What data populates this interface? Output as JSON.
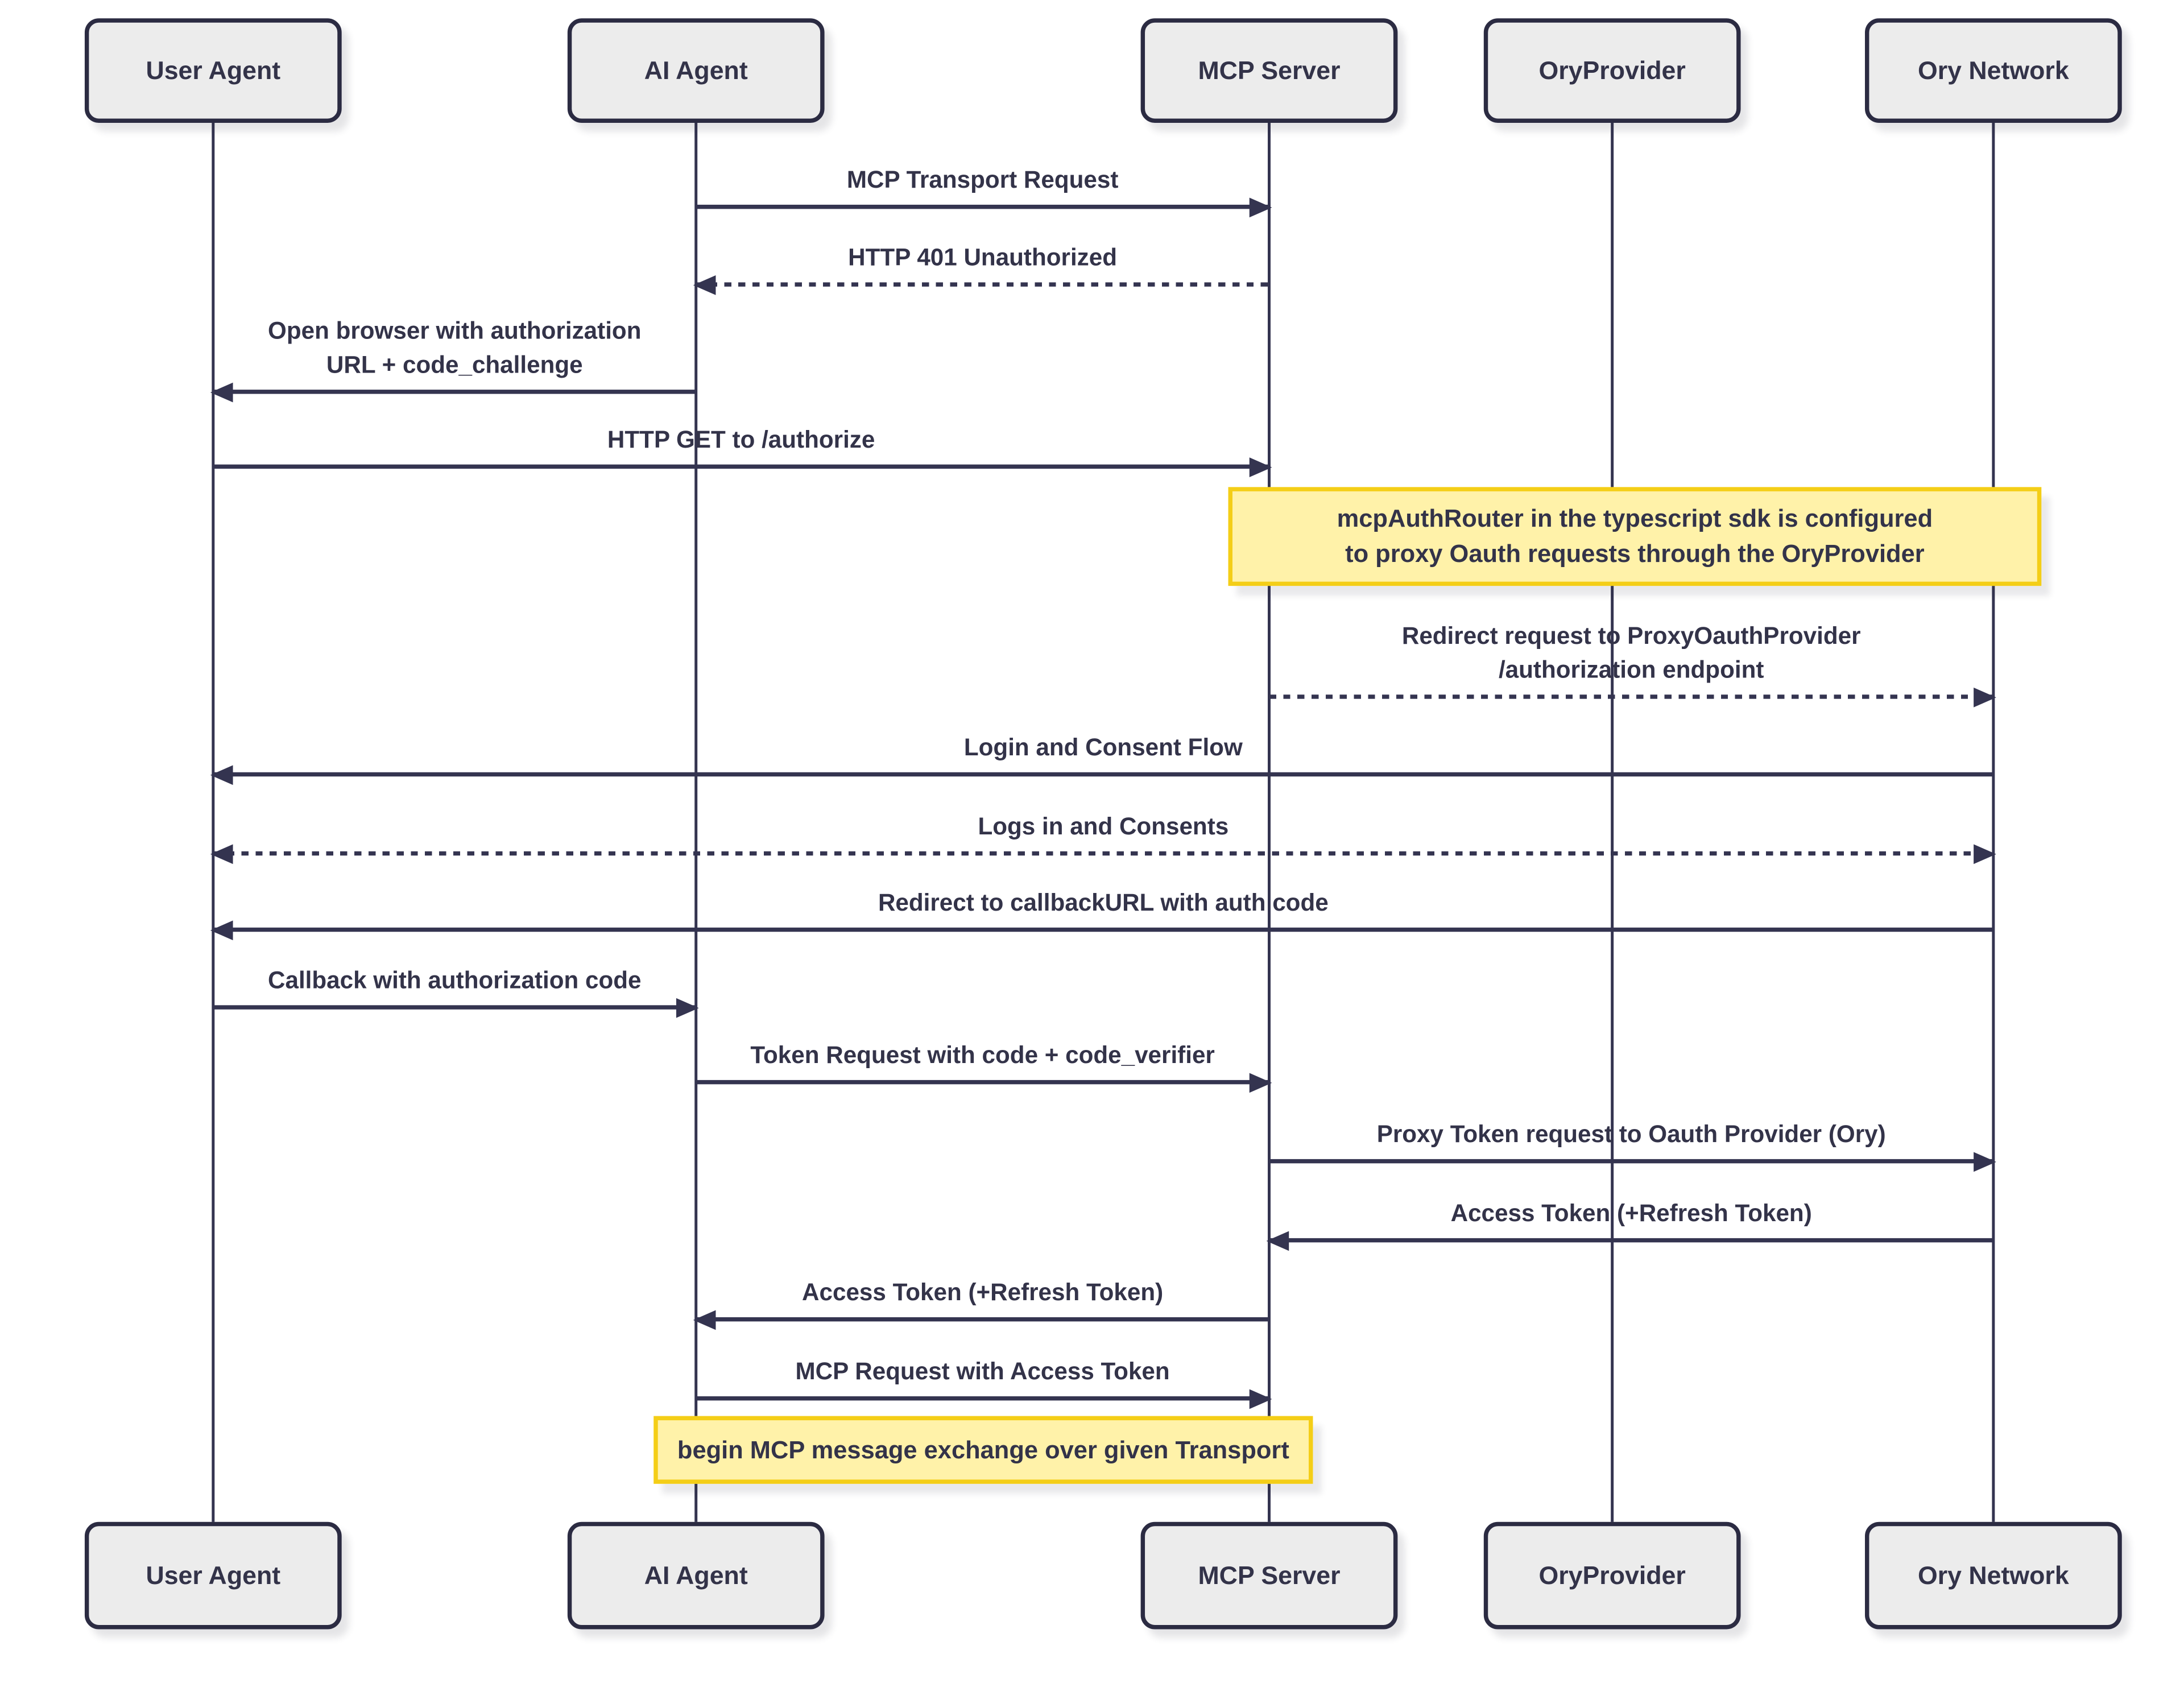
{
  "sequence": {
    "participants": [
      {
        "name": "User Agent"
      },
      {
        "name": "AI Agent"
      },
      {
        "name": "MCP Server"
      },
      {
        "name": "OryProvider"
      },
      {
        "name": "Ory Network"
      }
    ],
    "messages": [
      {
        "label": "MCP Transport Request",
        "from": "AI Agent",
        "to": "MCP Server",
        "style": "solid"
      },
      {
        "label": "HTTP 401 Unauthorized",
        "from": "MCP Server",
        "to": "AI Agent",
        "style": "dotted"
      },
      {
        "label": "Open browser with authorization\nURL + code_challenge",
        "from": "AI Agent",
        "to": "User Agent",
        "style": "solid"
      },
      {
        "label": "HTTP GET to /authorize",
        "from": "User Agent",
        "to": "MCP Server",
        "style": "solid"
      },
      {
        "label": "Redirect request to ProxyOauthProvider\n/authorization endpoint",
        "from": "MCP Server",
        "to": "Ory Network",
        "style": "dotted"
      },
      {
        "label": "Login and Consent Flow",
        "from": "Ory Network",
        "to": "User Agent",
        "style": "solid"
      },
      {
        "label": "Logs in and Consents",
        "from": "User Agent",
        "to": "Ory Network",
        "style": "dotted-bidirectional"
      },
      {
        "label": "Redirect to callbackURL with auth code",
        "from": "Ory Network",
        "to": "User Agent",
        "style": "solid"
      },
      {
        "label": "Callback with authorization code",
        "from": "User Agent",
        "to": "AI Agent",
        "style": "solid"
      },
      {
        "label": "Token Request with code + code_verifier",
        "from": "AI Agent",
        "to": "MCP Server",
        "style": "solid"
      },
      {
        "label": "Proxy Token request to Oauth Provider (Ory)",
        "from": "MCP Server",
        "to": "Ory Network",
        "style": "solid"
      },
      {
        "label": "Access Token (+Refresh Token)",
        "from": "Ory Network",
        "to": "MCP Server",
        "style": "solid"
      },
      {
        "label": "Access Token (+Refresh Token)",
        "from": "MCP Server",
        "to": "AI Agent",
        "style": "solid"
      },
      {
        "label": "MCP Request with Access Token",
        "from": "AI Agent",
        "to": "MCP Server",
        "style": "solid"
      }
    ],
    "notes": [
      {
        "label": "mcpAuthRouter in the typescript sdk is configured\nto proxy Oauth requests through the OryProvider",
        "over": "MCP Server, Ory Network"
      },
      {
        "label": "begin MCP message exchange over given Transport",
        "over": "AI Agent, MCP Server"
      }
    ],
    "colors": {
      "actor_fill": "#ececec",
      "actor_border": "#2b2b42",
      "text": "#333349",
      "line": "#343450",
      "note_fill": "#fff2a9",
      "note_border": "#f4ce17",
      "background": "#ffffff"
    }
  }
}
